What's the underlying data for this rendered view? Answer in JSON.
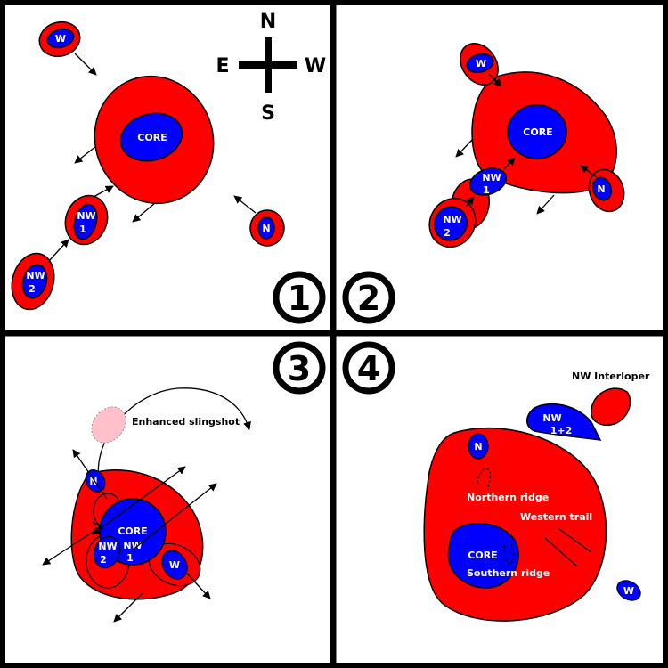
{
  "compass": {
    "n": "N",
    "s": "S",
    "e": "E",
    "w": "W"
  },
  "panels": {
    "p1": {
      "number": "1",
      "core": "CORE",
      "w": "W",
      "nw1": [
        "NW",
        "1"
      ],
      "nw2": [
        "NW",
        "2"
      ],
      "n": "N"
    },
    "p2": {
      "number": "2",
      "core": "CORE",
      "w": "W",
      "nw1": [
        "NW",
        "1"
      ],
      "nw2": [
        "NW",
        "2"
      ],
      "n": "N"
    },
    "p3": {
      "number": "3",
      "core": "CORE",
      "n": "N",
      "nw2": [
        "NW",
        "2"
      ],
      "nw1": [
        "NW",
        "1"
      ],
      "w": "W",
      "slingshot": "Enhanced slingshot"
    },
    "p4": {
      "number": "4",
      "core": "CORE",
      "n": "N",
      "w": "W",
      "nw12": [
        "NW",
        "1+2"
      ],
      "interloper": "NW Interloper",
      "northern_ridge": "Northern ridge",
      "western_trail": "Western trail",
      "southern_ridge": "Southern ridge"
    }
  },
  "colors": {
    "red": "#ff0000",
    "blue": "#0000ff",
    "pink": "#ffc0cb"
  }
}
